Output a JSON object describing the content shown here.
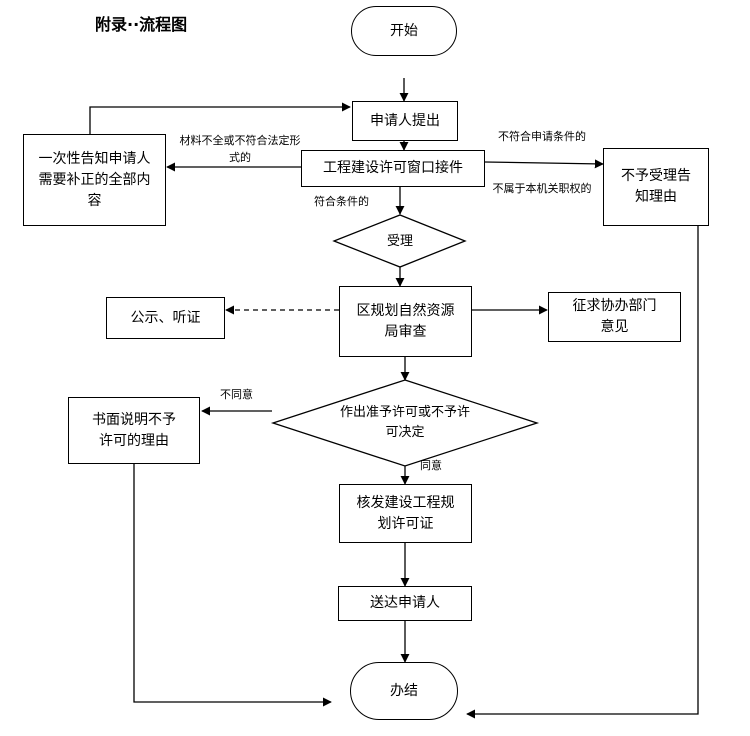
{
  "title": "附录··流程图",
  "nodes": {
    "start": "开始",
    "submit": "申请人提出",
    "window": "工程建设许可窗口接件",
    "notify": "一次性告知申请人需要补正的全部内容",
    "reject_reason": "不予受理告知理由",
    "accept": "受理",
    "review": "区规划自然资源局审查",
    "publicity": "公示、听证",
    "consult": "征求协办部门意见",
    "decision": "作出准予许可或不予许可决定",
    "denial_note": "书面说明不予许可的理由",
    "issue": "核发建设工程规划许可证",
    "deliver": "送达申请人",
    "end": "办结"
  },
  "edge_labels": {
    "incomplete": "材料不全或不符合法定形式的",
    "not_eligible": "不符合申请条件的",
    "no_jurisdiction": "不属于本机关职权的",
    "eligible": "符合条件的",
    "disagree": "不同意",
    "agree": "同意"
  }
}
